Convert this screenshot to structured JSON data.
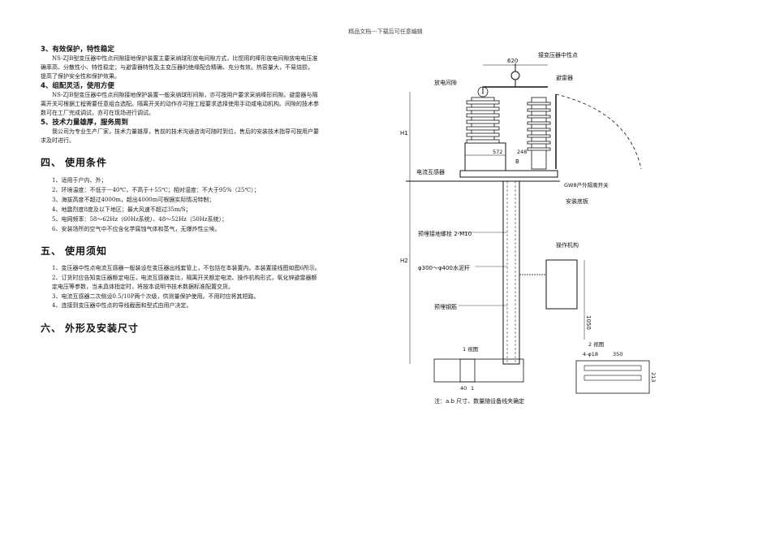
{
  "header": {
    "text": "精品文档---下载后可任意编辑"
  },
  "s3": {
    "title": "3、有效保护，特性稳定",
    "p": [
      "NS-ZJB型变压器中性点间隙接地保护装置主要采纳球形放电间隙方式，比惯用的棒形放电间隙放电电压准",
      "确率高、分散性小、特性稳定；与避雷器特性及主变压器的绝缘配合精确、充分有效。热容量大，不易烧损，",
      "提高了保护安全性和保护效果。"
    ]
  },
  "s4": {
    "title": "4、组配灵活，使用方便",
    "p": [
      "NS-ZJB型变压器中性点间隙接地保护装置一般采纳球形间隙，亦可按用户要求采纳棒形间隙。避雷器与隔",
      "离开关可根据工程需要任意组合选配。隔离开关的动作亦可按工程要求选择使用手动或电动机构。间隙的技术参",
      "数可在工厂完成调试，亦可在现场进行调试。"
    ]
  },
  "s5": {
    "title": "5、技术力量雄厚，服务周到",
    "p": [
      "我公司为专业生产厂家，技术力量雄厚，售前的技术沟通咨询可随时到位，售后的安装技术指导可按用户要",
      "求及时进行。"
    ]
  },
  "h4": {
    "num": "四、",
    "title": "使用条件"
  },
  "conditions": [
    "1、适用于户内、外；",
    "2、环境温度：不低于－40℃，不高于＋55℃；相对湿度：不大于95%（25℃）；",
    "3、海拔高度不超过4000m，超出4000m可根据实际情况特制；",
    "4、地震烈度8度及以下地区；最大风速不超过35m/S；",
    "5、电网频率：58～62Hz（60Hz系统）、48～52Hz（50Hz系统）；",
    "6、安装场所的空气中不应含化学腐蚀气体和蒸气，无爆炸性尘埃。"
  ],
  "h5": {
    "num": "五、",
    "title": "使用须知"
  },
  "notices": [
    "1、变压器中性点电流互感器一般装设在变压器出线套管上，不包括在本装置内。本装置接线图如图6所示。",
    "2、订货时应告知变压器额定电压，电流互感器变比，隔离开关额定电流、操作机构形式，氧化锌避雷器额",
    "定电压等参数，当未具体指定时，将按本说明书技术数据标准配置交货。",
    "3、电流互感器二次侧设0.5/10P两个次级，供测量保护使用。不用时应将其短路。",
    "4、连接到变压器中性点的导线截面和型式由用户决定。"
  ],
  "h6": {
    "num": "六、",
    "title": "外形及安装尺寸"
  },
  "drawing": {
    "neutral_point": "接变压器中性点",
    "arrester": "避雷器",
    "gap": "放电间隙",
    "dim_620": "620",
    "dim_572": "572",
    "dim_248": "248",
    "ct": "电流互感器",
    "switch": "GW8户外隔离开关",
    "base": "安装底板",
    "bolts": "预埋接地螺栓 2-M10",
    "pole": "φ300～φ400水泥杆",
    "mechanism": "操作机构",
    "steel": "预埋钢筋",
    "h1": "H1",
    "h2": "H2",
    "b": "B",
    "dim_1050": "1050",
    "view1": "1  视图",
    "view2": "2  视图",
    "dim_40": "40",
    "dim_1": "1",
    "holes": "4-φ18",
    "dim_350": "350",
    "dim_213": "213",
    "note": "注：a.b 尺寸、数量随设备线夹确定"
  }
}
